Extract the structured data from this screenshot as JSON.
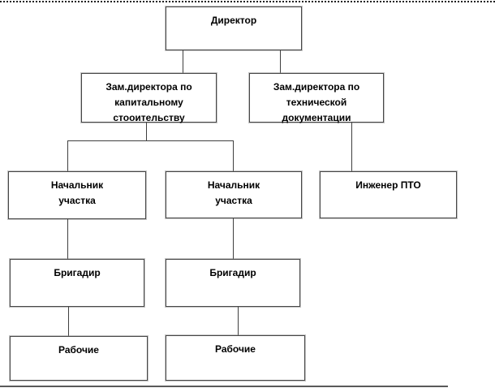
{
  "org_chart": {
    "type": "organization-hierarchy",
    "nodes": {
      "director": {
        "label": "Директор"
      },
      "deputy_capital_construction": {
        "lines": [
          "Зам.директора по",
          "капитальному",
          "стооительству"
        ]
      },
      "deputy_technical_documentation": {
        "lines": [
          "Зам.директора по",
          "технической",
          "документации"
        ]
      },
      "section_chief_left": {
        "lines": [
          "Начальник",
          "участка"
        ]
      },
      "section_chief_middle": {
        "lines": [
          "Начальник",
          "участка"
        ]
      },
      "engineer_pto": {
        "label": "Инженер ПТО"
      },
      "foreman_left": {
        "label": "Бригадир"
      },
      "foreman_right": {
        "label": "Бригадир"
      },
      "workers_left": {
        "label": "Рабочие"
      },
      "workers_right": {
        "label": "Рабочие"
      }
    },
    "edges": [
      [
        "director",
        "deputy_capital_construction"
      ],
      [
        "director",
        "deputy_technical_documentation"
      ],
      [
        "deputy_capital_construction",
        "section_chief_left"
      ],
      [
        "deputy_capital_construction",
        "section_chief_middle"
      ],
      [
        "deputy_technical_documentation",
        "engineer_pto"
      ],
      [
        "section_chief_left",
        "foreman_left"
      ],
      [
        "section_chief_middle",
        "foreman_right"
      ],
      [
        "foreman_left",
        "workers_left"
      ],
      [
        "foreman_right",
        "workers_right"
      ]
    ],
    "colors": {
      "box_fill": "#ffffff",
      "box_border": "#474747",
      "connector": "#3f3f3f",
      "text": "#000000"
    }
  }
}
